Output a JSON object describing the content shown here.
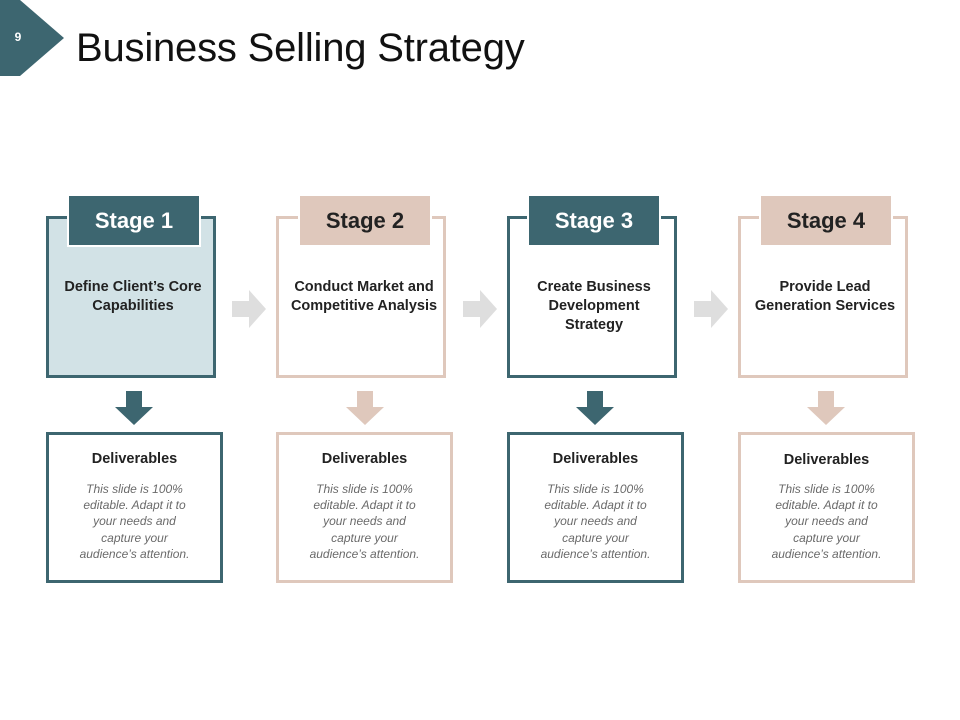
{
  "slide_number": "9",
  "title": "Business Selling Strategy",
  "colors": {
    "teal": "#3d6670",
    "tan": "#dfc8bc",
    "light_teal": "#d2e2e6",
    "arrow_gray": "#dedede"
  },
  "stages": [
    {
      "label": "Stage 1",
      "description": "Define Client’s Core Capabilities",
      "deliverables_title": "Deliverables",
      "deliverables_lines": [
        "This slide is 100%",
        "editable. Adapt it to",
        "your needs and",
        "capture your",
        "audience’s attention."
      ]
    },
    {
      "label": "Stage 2",
      "description": "Conduct Market and Competitive Analysis",
      "deliverables_title": "Deliverables",
      "deliverables_lines": [
        "This slide is 100%",
        "editable. Adapt it to",
        "your needs and",
        "capture your",
        "audience’s attention."
      ]
    },
    {
      "label": "Stage 3",
      "description": "Create Business Development Strategy",
      "deliverables_title": "Deliverables",
      "deliverables_lines": [
        "This slide is 100%",
        "editable. Adapt it to",
        "your needs and",
        "capture your",
        "audience’s attention."
      ]
    },
    {
      "label": "Stage 4",
      "description": "Provide Lead Generation Services",
      "deliverables_title": "Deliverables",
      "deliverables_lines": [
        "This slide is 100%",
        "editable. Adapt it to",
        "your needs and",
        "capture your",
        "audience’s attention."
      ]
    }
  ]
}
